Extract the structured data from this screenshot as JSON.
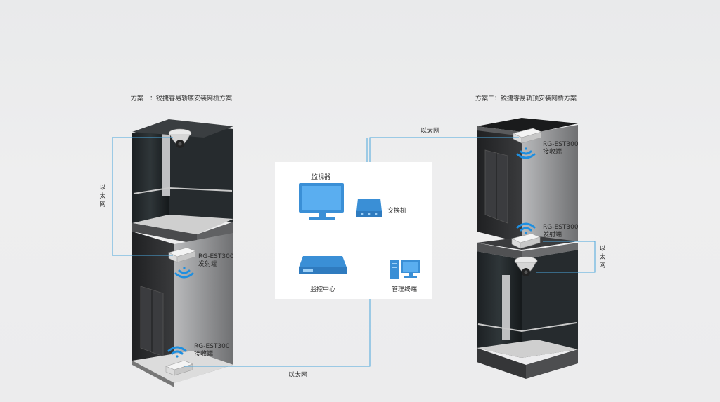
{
  "scheme_one": {
    "title": "方案一：锐捷睿易轿底安装网桥方案",
    "cable_label": "以太网",
    "transmitter": {
      "model": "RG-EST300",
      "role": "发射端"
    },
    "receiver": {
      "model": "RG-EST300",
      "role": "接收端"
    }
  },
  "scheme_two": {
    "title": "方案二：锐捷睿易轿顶安装网桥方案",
    "cable_label": "以太网",
    "receiver": {
      "model": "RG-EST300",
      "role": "接收端"
    },
    "transmitter": {
      "model": "RG-EST300",
      "role": "发射端"
    }
  },
  "network": {
    "top_link_label": "以太网",
    "bottom_link_label": "以太网",
    "monitor_label": "监视器",
    "switch_label": "交换机",
    "nvr_label": "监控中心",
    "terminal_label": "管理终端"
  },
  "colors": {
    "line": "#4aa6dc",
    "device_blue": "#3a8fd6",
    "wifi_blue": "#1e8fe0",
    "shaft_dark": "#2b2c2e"
  }
}
